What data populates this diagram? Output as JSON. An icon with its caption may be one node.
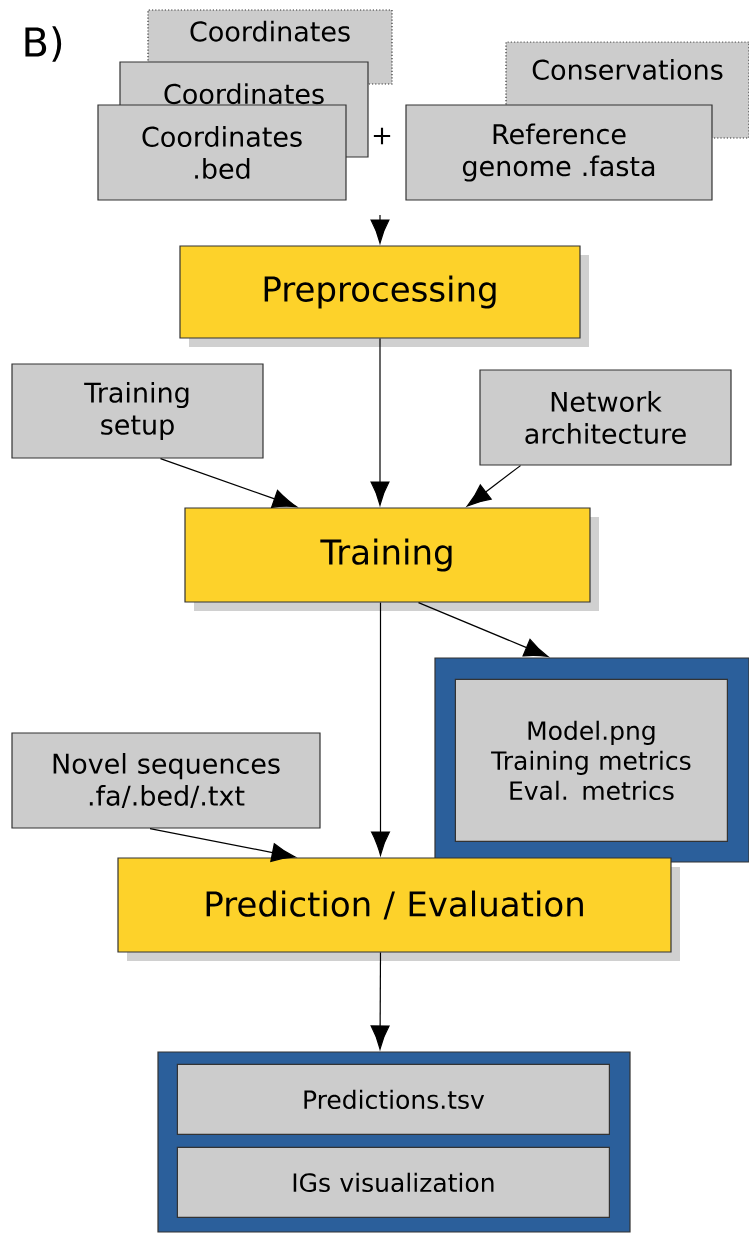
{
  "diagram": {
    "nodes": [
      {
        "text": [
          "Coordinates"
        ]
      },
      {
        "text": [
          "Coordinates"
        ]
      },
      {
        "text": [
          "Coordinates .bed"
        ]
      },
      {
        "text": [
          "Conservations"
        ]
      },
      {
        "text": [
          "Reference genome .fasta"
        ]
      },
      {
        "text": [
          "Preprocessing"
        ]
      },
      {
        "text": [
          "Training setup"
        ]
      },
      {
        "text": [
          "Network architecture"
        ]
      },
      {
        "text": [
          "Training"
        ]
      },
      {
        "text": [],
        "shape": "box"
      },
      {
        "text": [
          "Model.png Training metrics Eval. metrics"
        ],
        "in": 9
      },
      {
        "text": [
          "Novel sequences .fa/.bed/.txt"
        ]
      },
      {
        "text": [
          "Prediction / Evaluation"
        ]
      },
      {
        "text": [],
        "shape": "box"
      },
      {
        "text": [
          "Predictions.tsv"
        ],
        "in": 13
      },
      {
        "text": [
          "IGs visualization"
        ],
        "in": 13
      }
    ],
    "edges": [
      {
        "from": null,
        "to": 5,
        "arrow": "to"
      },
      {
        "from": 5,
        "to": 8,
        "arrow": "to"
      },
      {
        "from": 6,
        "to": 8,
        "arrow": "to"
      },
      {
        "from": 7,
        "to": 8,
        "arrow": "to"
      },
      {
        "from": 8,
        "to": 9,
        "arrow": "to"
      },
      {
        "from": 8,
        "to": 12,
        "arrow": "to"
      },
      {
        "from": 11,
        "to": 12,
        "arrow": "to"
      },
      {
        "from": 12,
        "to": 13,
        "arrow": "to"
      }
    ],
    "labels": [
      "B)",
      "+"
    ]
  }
}
